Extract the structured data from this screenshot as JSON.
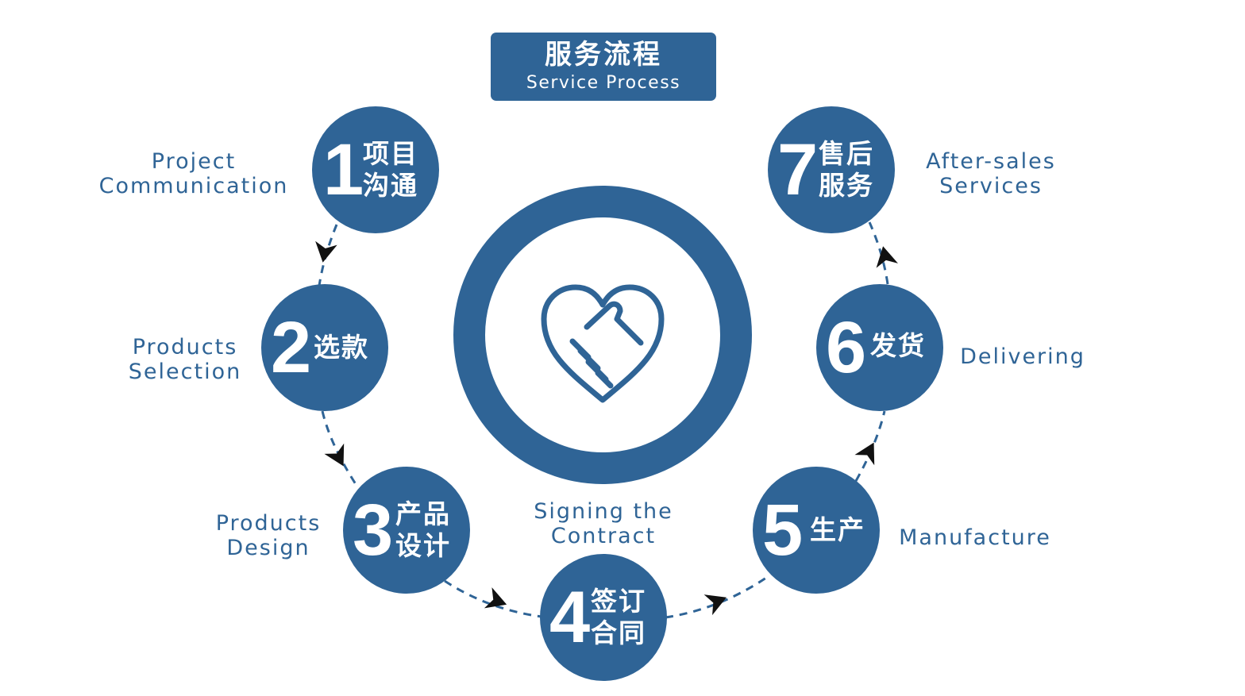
{
  "header": {
    "title_cn": "服务流程",
    "title_en": "Service Process"
  },
  "center": {
    "icon": "handshake-heart-icon"
  },
  "colors": {
    "primary": "#2f6496",
    "arrow": "#111111",
    "background": "#ffffff"
  },
  "steps": [
    {
      "number": "1",
      "cn": [
        "项目",
        "沟通"
      ],
      "en": [
        "Project",
        "Communication"
      ]
    },
    {
      "number": "2",
      "cn": [
        "选款"
      ],
      "en": [
        "Products",
        "Selection"
      ]
    },
    {
      "number": "3",
      "cn": [
        "产品",
        "设计"
      ],
      "en": [
        "Products",
        "Design"
      ]
    },
    {
      "number": "4",
      "cn": [
        "签订",
        "合同"
      ],
      "en": [
        "Signing the",
        "Contract"
      ]
    },
    {
      "number": "5",
      "cn": [
        "生产"
      ],
      "en": [
        "Manufacture"
      ]
    },
    {
      "number": "6",
      "cn": [
        "发货"
      ],
      "en": [
        "Delivering"
      ]
    },
    {
      "number": "7",
      "cn": [
        "售后",
        "服务"
      ],
      "en": [
        "After-sales",
        "Services"
      ]
    }
  ]
}
